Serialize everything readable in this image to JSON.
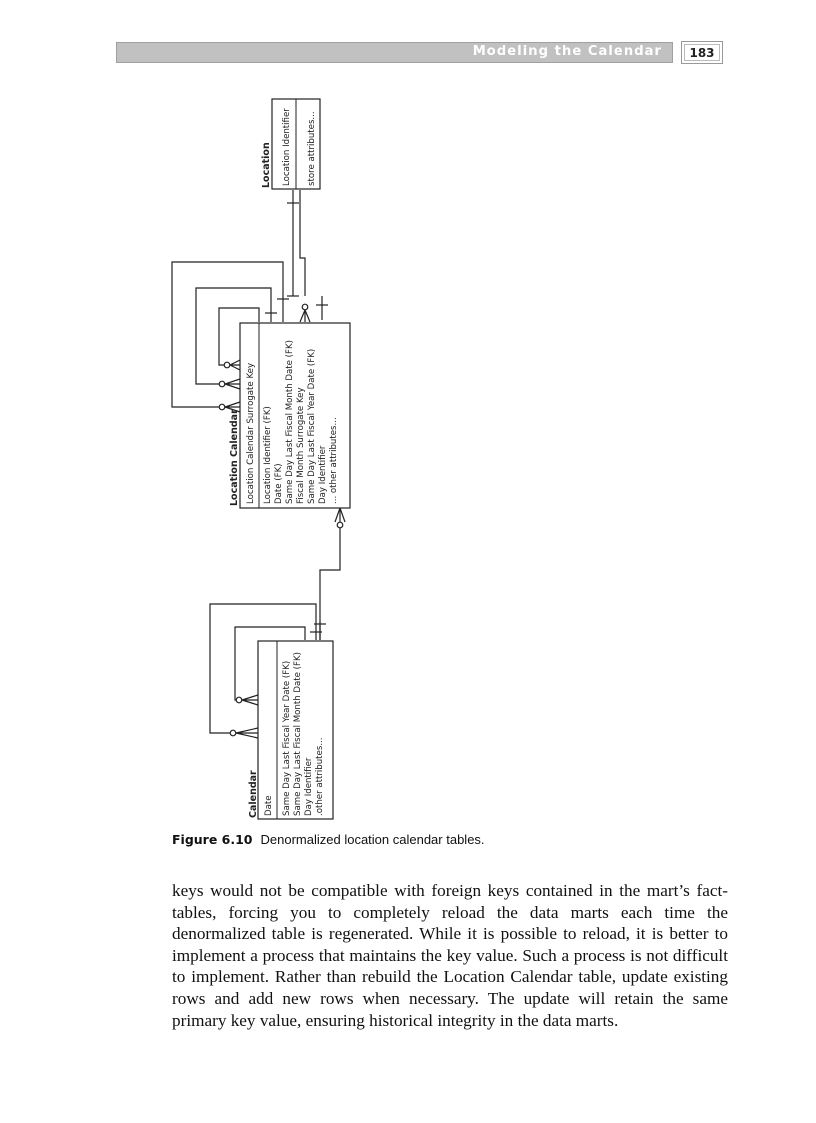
{
  "header": {
    "running_title": "Modeling the Calendar",
    "page_number": "183"
  },
  "figure": {
    "tables": {
      "location": {
        "title": "Location",
        "key": "Location Identifier",
        "attributes": [
          "store attributes..."
        ]
      },
      "location_calendar": {
        "title": "Location Calendar",
        "key": "Location Calendar Surrogate Key",
        "attributes": [
          "Location Identifier (FK)",
          "Date (FK)",
          "Same Day Last Fiscal Month Date (FK)",
          "Fiscal Month Surrogate Key",
          "Same Day Last Fiscal Year Date (FK)",
          "Day Identifier",
          "... other attributes..."
        ]
      },
      "calendar": {
        "title": "Calendar",
        "key": "Date",
        "attributes": [
          "Same Day Last Fiscal Year Date (FK)",
          "Same Day Last Fiscal Month Date (FK)",
          "Day Identifier",
          ".other attributes..."
        ]
      }
    },
    "caption": {
      "label": "Figure 6.10",
      "text": "Denormalized location calendar tables."
    }
  },
  "body": {
    "paragraph": "keys would not be compatible with foreign keys contained in the mart’s fact-tables, forcing you to completely reload the data marts each time the denormalized table is regenerated. While it is possible to reload, it is better to implement a process that maintains the key value. Such a process is not difficult to implement. Rather than rebuild the Location Calendar table, update existing rows and add new rows when necessary. The update will retain the same primary key value, ensuring historical integrity in the data marts."
  }
}
